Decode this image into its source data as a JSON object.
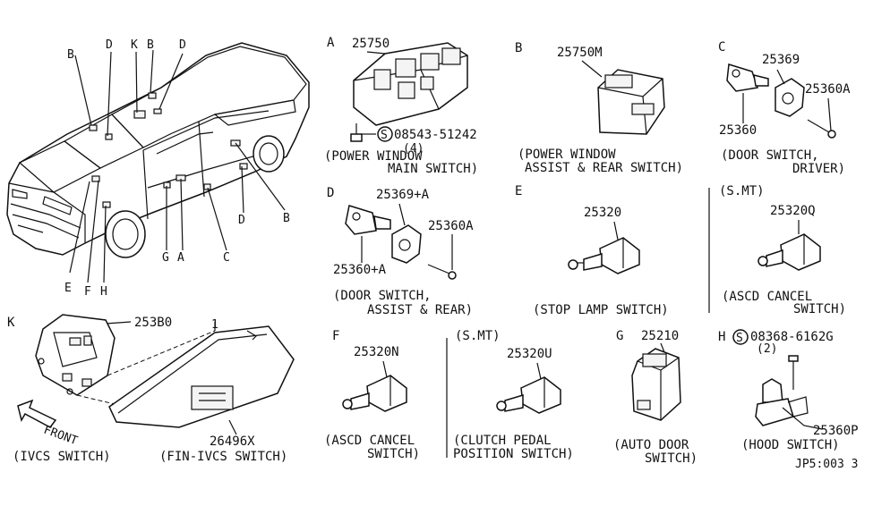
{
  "diagram_id": "JP5:003 3",
  "car": {
    "callouts": {
      "b1": "B",
      "d1": "D",
      "k": "K",
      "b2": "B",
      "d2": "D",
      "b3": "B",
      "d3": "D",
      "e": "E",
      "f": "F",
      "h": "H",
      "g": "G",
      "a": "A",
      "c": "C"
    },
    "front_label": "FRONT"
  },
  "panels": {
    "A": {
      "letter": "A",
      "part": "25750",
      "screw": "08543-51242",
      "qty": "(4)",
      "caption1": "(POWER WINDOW",
      "caption2": "MAIN SWITCH)"
    },
    "B": {
      "letter": "B",
      "part": "25750M",
      "caption1": "(POWER WINDOW",
      "caption2": "ASSIST & REAR SWITCH)"
    },
    "C": {
      "letter": "C",
      "part1": "25369",
      "part2": "25360A",
      "part3": "25360",
      "caption1": "(DOOR SWITCH,",
      "caption2": "DRIVER)"
    },
    "D": {
      "letter": "D",
      "part1": "25369+A",
      "part2": "25360A",
      "part3": "25360+A",
      "caption1": "(DOOR SWITCH,",
      "caption2": "ASSIST & REAR)"
    },
    "E": {
      "letter": "E",
      "part": "25320",
      "caption": "(STOP LAMP SWITCH)"
    },
    "SMT1": {
      "label": "(S.MT)",
      "part": "25320Q",
      "caption1": "(ASCD CANCEL",
      "caption2": "SWITCH)"
    },
    "K": {
      "letter": "K",
      "part1": "253B0",
      "part2": "26496X",
      "caption1": "(IVCS SWITCH)",
      "caption2": "(FIN-IVCS SWITCH)",
      "index": "1"
    },
    "F": {
      "letter": "F",
      "part": "25320N",
      "caption1": "(ASCD CANCEL",
      "caption2": "SWITCH)"
    },
    "SMT2": {
      "label": "(S.MT)",
      "part": "25320U",
      "caption1": "(CLUTCH PEDAL",
      "caption2": "POSITION SWITCH)"
    },
    "G": {
      "letter": "G",
      "part": "25210",
      "caption1": "(AUTO DOOR",
      "caption2": "SWITCH)"
    },
    "H": {
      "letter": "H",
      "screw": "08368-6162G",
      "qty": "(2)",
      "part": "25360P",
      "caption": "(HOOD SWITCH)"
    }
  },
  "symbols": {
    "screw_mark": "S"
  }
}
